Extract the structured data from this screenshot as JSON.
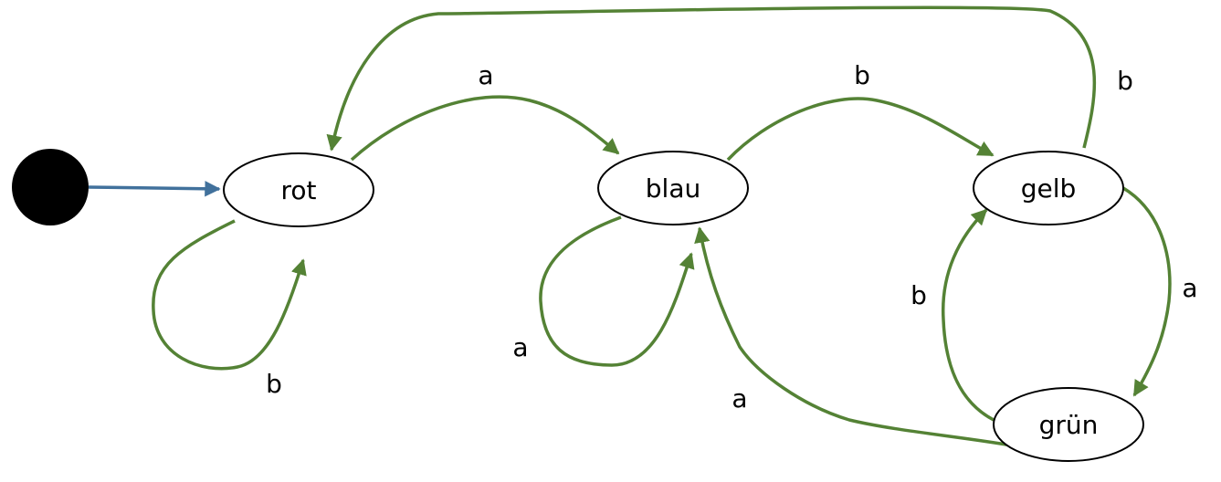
{
  "title": "State diagram",
  "colors": {
    "transition": "#548235",
    "initial_arrow": "#41719C",
    "initial_state": "#000000"
  },
  "states": [
    {
      "id": "rot",
      "label": "rot"
    },
    {
      "id": "blau",
      "label": "blau"
    },
    {
      "id": "gelb",
      "label": "gelb"
    },
    {
      "id": "gruen",
      "label": "grün"
    }
  ],
  "transitions": [
    {
      "from": "rot",
      "to": "blau",
      "label": "a"
    },
    {
      "from": "rot",
      "to": "rot",
      "label": "b"
    },
    {
      "from": "blau",
      "to": "gelb",
      "label": "b"
    },
    {
      "from": "blau",
      "to": "blau",
      "label": "a"
    },
    {
      "from": "gelb",
      "to": "rot",
      "label": "b"
    },
    {
      "from": "gelb",
      "to": "gruen",
      "label": "a"
    },
    {
      "from": "gruen",
      "to": "gelb",
      "label": "b"
    },
    {
      "from": "gruen",
      "to": "blau",
      "label": "a"
    }
  ]
}
